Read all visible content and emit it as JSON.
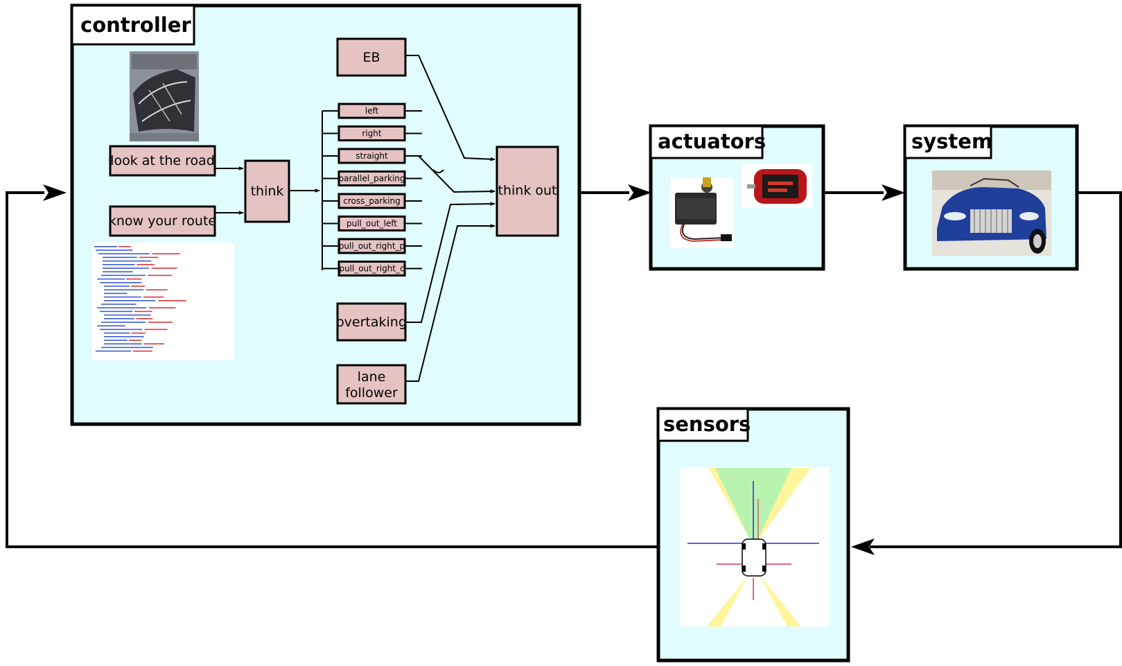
{
  "panels": {
    "controller": "controller",
    "actuators": "actuators",
    "system": "system",
    "sensors": "sensors"
  },
  "controller": {
    "inputs": [
      "look at the road",
      "know your route"
    ],
    "think": "think",
    "eb": "EB",
    "maneuvers": [
      "left",
      "right",
      "straight",
      "parallel_parking",
      "cross_parking",
      "pull_out_left",
      "pull_out_right_p",
      "pull_out_right_c"
    ],
    "overtaking": "overtaking",
    "lane_follower": [
      "lane",
      "follower"
    ],
    "think_out": "think out"
  },
  "colors": {
    "panel_fill": "#e0fcfc",
    "box_fill": "#e6c3c3",
    "sensor_cone": "#fff59a",
    "camera_cone": "#b8f3b0"
  },
  "icons": {
    "track": "track-photo-icon",
    "xml": "xml-config-icon",
    "servo": "servo-motor-icon",
    "motor": "dc-motor-icon",
    "car": "model-car-photo-icon",
    "sensor_layout": "sensor-layout-icon"
  }
}
